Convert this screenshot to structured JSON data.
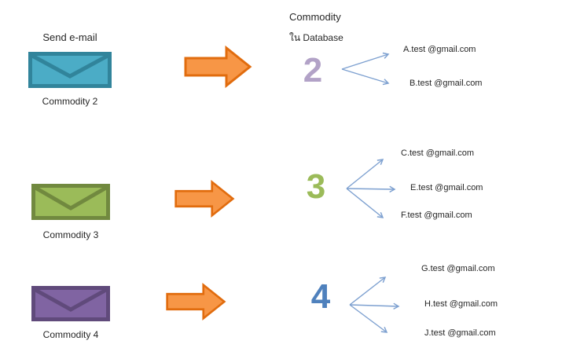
{
  "page": {
    "left_title": "Send e-mail",
    "header_line1": "Commodity",
    "header_line2": "ใน Database"
  },
  "colors": {
    "text": "#262626",
    "block_arrow_fill": "#f79646",
    "block_arrow_stroke": "#e16c0e",
    "connector": "#7da0d0"
  },
  "rows": [
    {
      "label": "Commodity 2",
      "number": "2",
      "number_color": "#b2a2c7",
      "envelope_fill": "#4bacc6",
      "envelope_stroke": "#31849b",
      "emails": [
        "A.test @gmail.com",
        "B.test @gmail.com"
      ]
    },
    {
      "label": "Commodity 3",
      "number": "3",
      "number_color": "#9bbb59",
      "envelope_fill": "#9bbb59",
      "envelope_stroke": "#71893f",
      "emails": [
        "C.test @gmail.com",
        "E.test @gmail.com",
        "F.test @gmail.com"
      ]
    },
    {
      "label": "Commodity 4",
      "number": "4",
      "number_color": "#4f81bd",
      "envelope_fill": "#8064a2",
      "envelope_stroke": "#604a7b",
      "emails": [
        "G.test @gmail.com",
        "H.test @gmail.com",
        "J.test @gmail.com"
      ]
    }
  ]
}
